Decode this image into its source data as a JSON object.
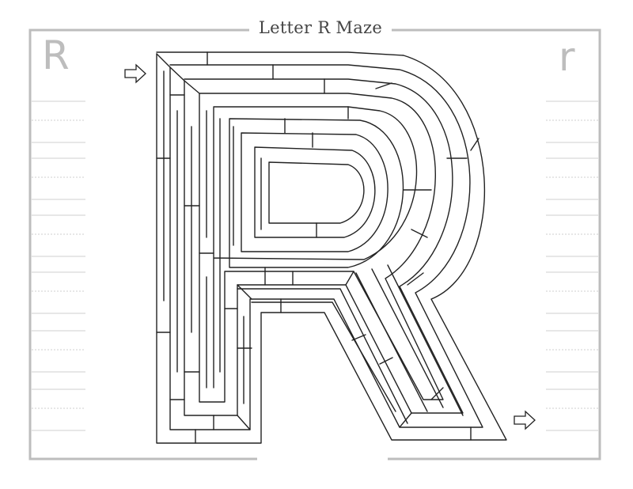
{
  "title": "Letter R Maze",
  "uppercase_letter": "R",
  "lowercase_letter": "r",
  "icons": {
    "start": "arrow-right-icon",
    "finish": "arrow-right-icon"
  },
  "colors": {
    "border": "#bdbdbd",
    "maze": "#222222",
    "guides": "#cfcfcf"
  },
  "writing_guides_per_side": 6
}
